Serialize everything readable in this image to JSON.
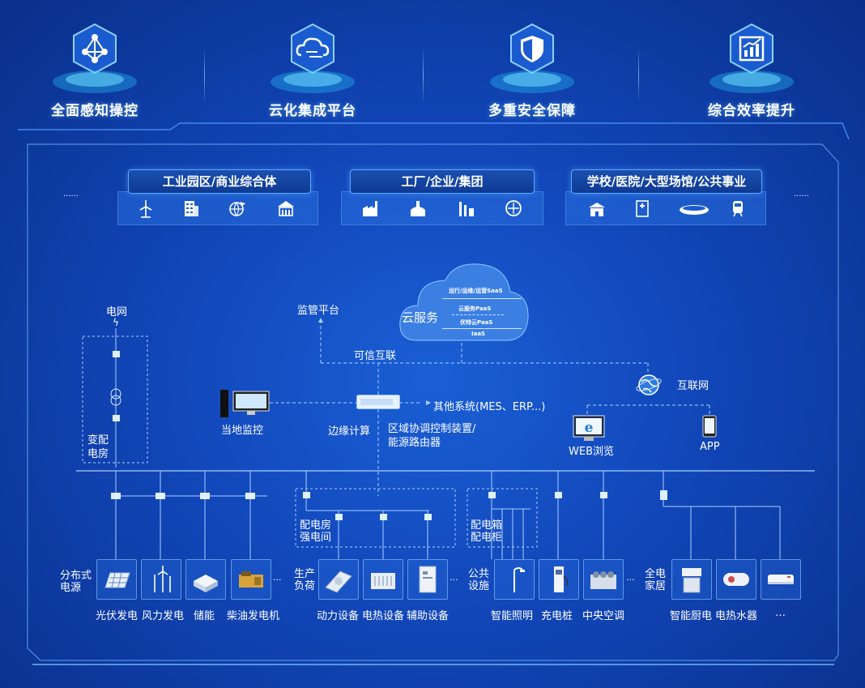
{
  "header": {
    "features": [
      {
        "label": "全面感知操控",
        "icon": "network-nodes-icon"
      },
      {
        "label": "云化集成平台",
        "icon": "cloud-icon"
      },
      {
        "label": "多重安全保障",
        "icon": "shield-icon"
      },
      {
        "label": "综合效率提升",
        "icon": "chart-icon"
      }
    ]
  },
  "categories": [
    {
      "title": "工业园区/商业综合体",
      "icons": [
        "wind-turbine-icon",
        "office-building-icon",
        "globe-plane-icon",
        "mall-icon"
      ]
    },
    {
      "title": "工厂/企业/集团",
      "icons": [
        "factory-icon",
        "plant-icon",
        "industrial-icon",
        "power-plant-icon"
      ]
    },
    {
      "title": "学校/医院/大型场馆/公共事业",
      "icons": [
        "school-icon",
        "hospital-icon",
        "stadium-icon",
        "train-icon"
      ]
    }
  ],
  "ellipsis": "......",
  "cloud": {
    "title": "云服务",
    "layers": [
      "运行/运维/运营SaaS",
      "云服务PaaS",
      "优特云PaaS",
      "IaaS"
    ]
  },
  "nodes": {
    "supervision": "监管平台",
    "trusted": "可信互联",
    "internet": "互联网",
    "local_monitor": "当地监控",
    "edge": "边缘计算",
    "other_systems": "其他系统(MES、ERP...)",
    "router": "区域协调控制装置/\n能源路由器",
    "web": "WEB浏览",
    "app": "APP",
    "grid": "电网",
    "substation": "变配\n电房"
  },
  "groups": [
    {
      "label": "分布式\n电源",
      "devices": [
        "光伏发电",
        "风力发电",
        "储能",
        "柴油发电机"
      ]
    },
    {
      "label": "生产\n负荷",
      "devices": [
        "动力设备",
        "电热设备",
        "辅助设备"
      ]
    },
    {
      "label": "公共\n设施",
      "devices": [
        "智能照明",
        "充电桩",
        "中央空调"
      ]
    },
    {
      "label": "全电\n家居",
      "devices": [
        "智能厨电",
        "电热水器",
        ""
      ]
    }
  ],
  "dist_room": "配电房\n强电间",
  "dist_box": "配电箱\n配电柜",
  "dots": "...",
  "bottom_ellipsis": "…",
  "colors": {
    "accent": "#5aa8ff",
    "line": "#a9cfff"
  }
}
